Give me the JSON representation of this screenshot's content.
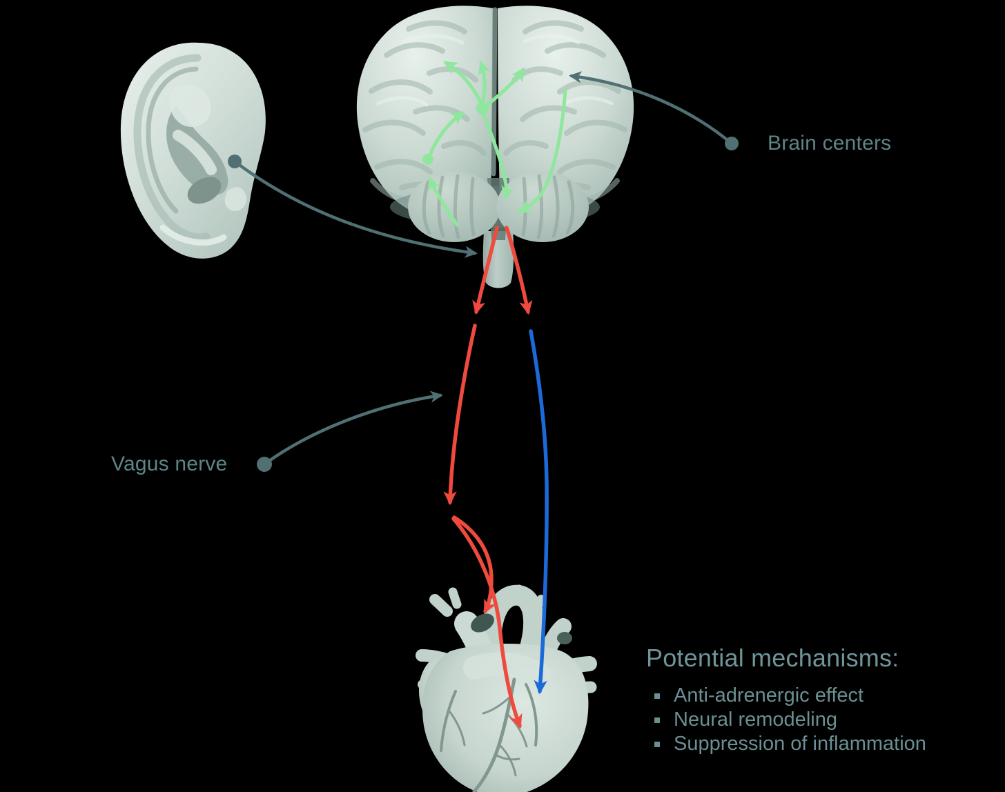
{
  "diagram": {
    "labels": {
      "brain_centers": "Brain centers",
      "vagus_nerve": "Vagus nerve"
    },
    "mechanisms": {
      "heading": "Potential mechanisms:",
      "items": [
        "Anti-adrenergic effect",
        "Neural remodeling",
        "Suppression of inflammation"
      ]
    },
    "illustrations": [
      "ear-illustration",
      "brain-illustration",
      "heart-illustration"
    ],
    "colors": {
      "background": "#000000",
      "label_text": "#5f8487",
      "mechanisms_text": "#6a9093",
      "leader_line": "#507074",
      "stimulation_green": "#8fe79d",
      "efferent_red": "#ee4a3e",
      "afferent_blue": "#1b6ad8",
      "organ_light": "#e6efe9",
      "organ_mid": "#c9d8d1",
      "organ_shadow": "#9db3ab"
    }
  }
}
